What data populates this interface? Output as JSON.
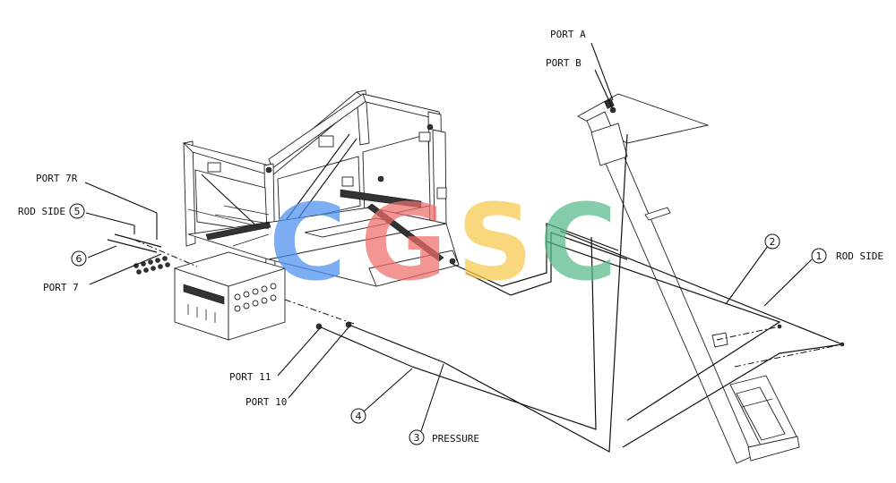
{
  "labels": {
    "port_a": "PORT A",
    "port_b": "PORT B",
    "port_7r": "PORT 7R",
    "rod_side_left": "ROD SIDE",
    "port_7": "PORT 7",
    "rod_side_right": "ROD SIDE",
    "port_11": "PORT 11",
    "port_10": "PORT 10",
    "pressure": "PRESSURE"
  },
  "callouts": [
    "1",
    "2",
    "3",
    "4",
    "5",
    "6"
  ],
  "watermark": {
    "letters": [
      "C",
      "G",
      "S",
      "C"
    ],
    "colors": [
      "#4c8ff0",
      "#ef6d6a",
      "#f6c84c",
      "#56b98a"
    ]
  }
}
